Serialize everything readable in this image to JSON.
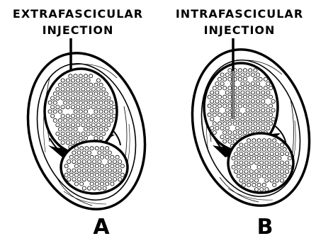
{
  "panels": [
    {
      "title_line1": "EXTRAFASCICULAR",
      "title_line2": "INJECTION",
      "letter": "A"
    },
    {
      "title_line1": "INTRAFASCICULAR",
      "title_line2": "INJECTION",
      "letter": "B"
    }
  ],
  "colors": {
    "ink": "#000000",
    "paper": "#ffffff"
  }
}
